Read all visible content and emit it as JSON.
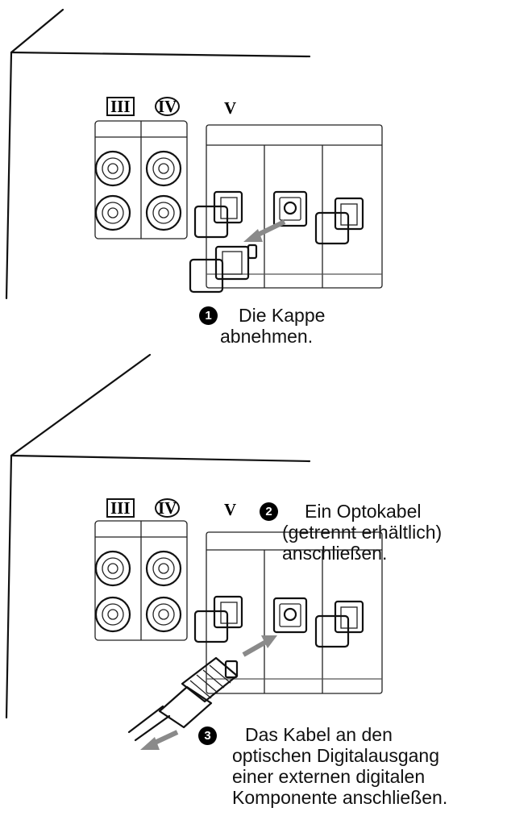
{
  "labels": {
    "input_iii": "III",
    "input_iv": "IV",
    "input_v": "V"
  },
  "steps": {
    "step1": {
      "badge": "1",
      "line1": "Die Kappe",
      "line2": "abnehmen."
    },
    "step2": {
      "badge": "2",
      "line1": "Ein Optokabel",
      "line2": "(getrennt erhältlich)",
      "line3": "anschließen."
    },
    "step3": {
      "badge": "3",
      "line1": "Das Kabel an den",
      "line2": "optischen Digitalausgang",
      "line3": "einer externen digitalen",
      "line4": "Komponente anschließen."
    }
  }
}
